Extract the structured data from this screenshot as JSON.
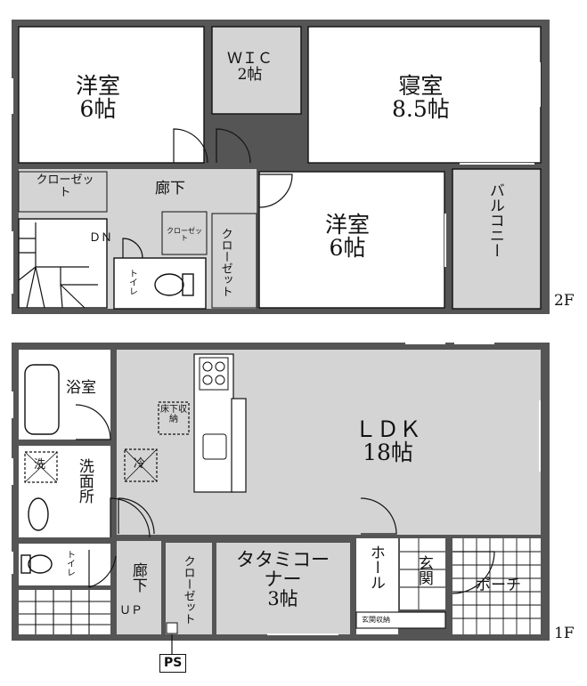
{
  "floors": [
    {
      "label": "2F",
      "rooms": [
        {
          "key": "western1",
          "name": "洋室",
          "size": "6帖"
        },
        {
          "key": "wic",
          "name": "ＷＩＣ",
          "size": "2帖"
        },
        {
          "key": "bedroom",
          "name": "寝室",
          "size": "8.5帖"
        },
        {
          "key": "western2",
          "name": "洋室",
          "size": "6帖"
        },
        {
          "key": "closet1",
          "name": "クローゼット"
        },
        {
          "key": "hall",
          "name": "廊下"
        },
        {
          "key": "closet_small",
          "name": "クローゼット"
        },
        {
          "key": "closet2",
          "name": "クローゼット"
        },
        {
          "key": "balcony",
          "name": "バルコニー"
        },
        {
          "key": "toilet",
          "name": "トイレ"
        },
        {
          "key": "stairs_dn",
          "name": "ＤＮ"
        }
      ]
    },
    {
      "label": "1F",
      "rooms": [
        {
          "key": "bath",
          "name": "浴室"
        },
        {
          "key": "underfloor",
          "name": "床下収納"
        },
        {
          "key": "ldk",
          "name": "ＬＤＫ",
          "size": "18帖"
        },
        {
          "key": "washroom",
          "name": "洗面所"
        },
        {
          "key": "washer",
          "name": "洗"
        },
        {
          "key": "fridge",
          "name": "冷"
        },
        {
          "key": "toilet",
          "name": "トイレ"
        },
        {
          "key": "hall",
          "name": "廊下"
        },
        {
          "key": "stairs_up",
          "name": "ＵＰ"
        },
        {
          "key": "closet",
          "name": "クローゼット"
        },
        {
          "key": "tatami",
          "name": "タタミコーナー",
          "size": "3帖"
        },
        {
          "key": "hole",
          "name": "ホール"
        },
        {
          "key": "entrance",
          "name": "玄関"
        },
        {
          "key": "porch",
          "name": "ポーチ"
        },
        {
          "key": "entrance_storage",
          "name": "玄関収納"
        }
      ]
    }
  ],
  "ps_label": "PS",
  "colors": {
    "wall": "#555555",
    "room": "#d4d4d4",
    "bg": "#ffffff",
    "line": "#111111"
  }
}
